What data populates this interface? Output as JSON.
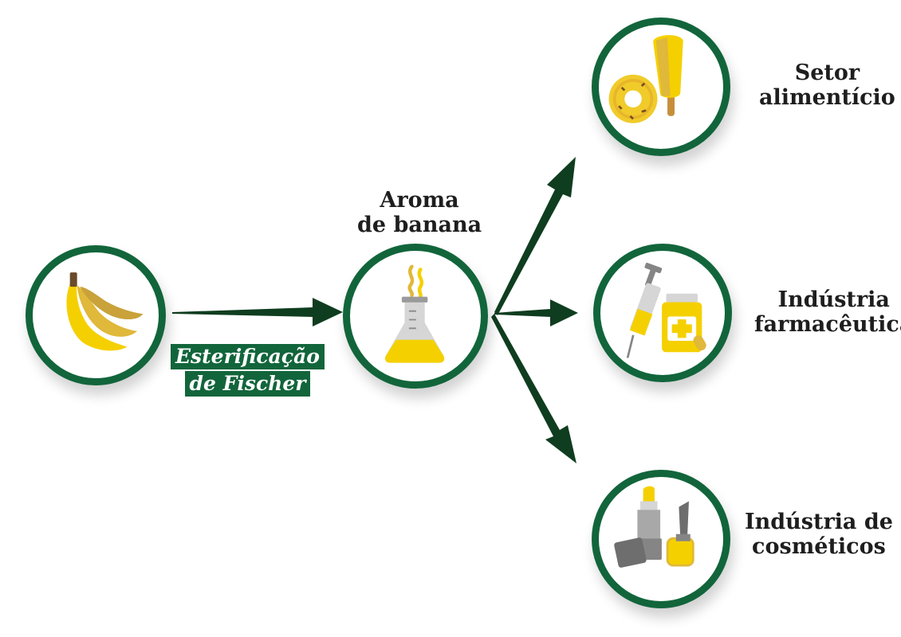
{
  "process_label": {
    "line1": "Esterificação",
    "line2": "de Fischer"
  },
  "product_label": {
    "line1": "Aroma",
    "line2": "de banana"
  },
  "applications": [
    {
      "line1": "Setor",
      "line2": "alimentício",
      "icon": "food-icon"
    },
    {
      "line1": "Indústria",
      "line2": "farmacêutica",
      "icon": "pharma-icon"
    },
    {
      "line1": "Indústria de",
      "line2": "cosméticos",
      "icon": "cosmetics-icon"
    }
  ],
  "colors": {
    "ring": "#12653b",
    "arrow": "#0f3d1f",
    "accent_yellow": "#f5d000",
    "gray": "#858585"
  }
}
